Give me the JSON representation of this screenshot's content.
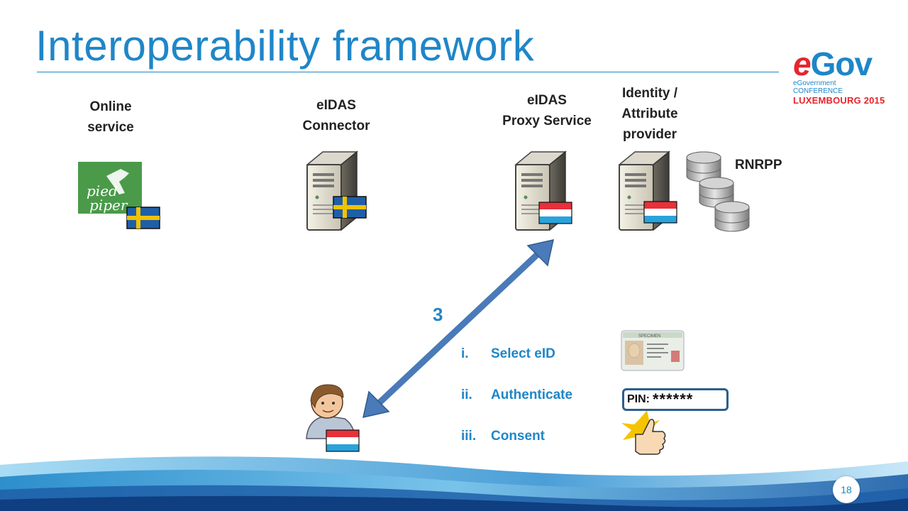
{
  "title": "Interoperability framework",
  "logo": {
    "brand_e": "e",
    "brand_gov": "Gov",
    "subtitle": "eGovernment CONFERENCE",
    "edition": "LUXEMBOURG 2015"
  },
  "actors": {
    "online_service": {
      "line1": "Online",
      "line2": "service",
      "logo_line1": "pied",
      "logo_line2": "piper"
    },
    "connector": {
      "line1": "eIDAS",
      "line2": "Connector"
    },
    "proxy": {
      "line1": "eIDAS",
      "line2": "Proxy Service"
    },
    "idp": {
      "line1": "Identity /",
      "line2": "Attribute",
      "line3": "provider"
    },
    "registry": {
      "label": "RNRPP"
    }
  },
  "flow": {
    "step_number": "3"
  },
  "steps": [
    {
      "num": "i.",
      "text": "Select eID"
    },
    {
      "num": "ii.",
      "text": "Authenticate"
    },
    {
      "num": "iii.",
      "text": "Consent"
    }
  ],
  "pin": {
    "label": "PIN:",
    "mask": "******"
  },
  "id_card": {
    "specimen_text": "SPECIMEN"
  },
  "page_number": "18",
  "colors": {
    "accent": "#1f86c8",
    "arrow": "#4a7ab8",
    "flag_se_blue": "#1f5fa8",
    "flag_se_yellow": "#f2c200",
    "flag_lu_red": "#e8303a",
    "flag_lu_blue": "#29a3dc"
  }
}
